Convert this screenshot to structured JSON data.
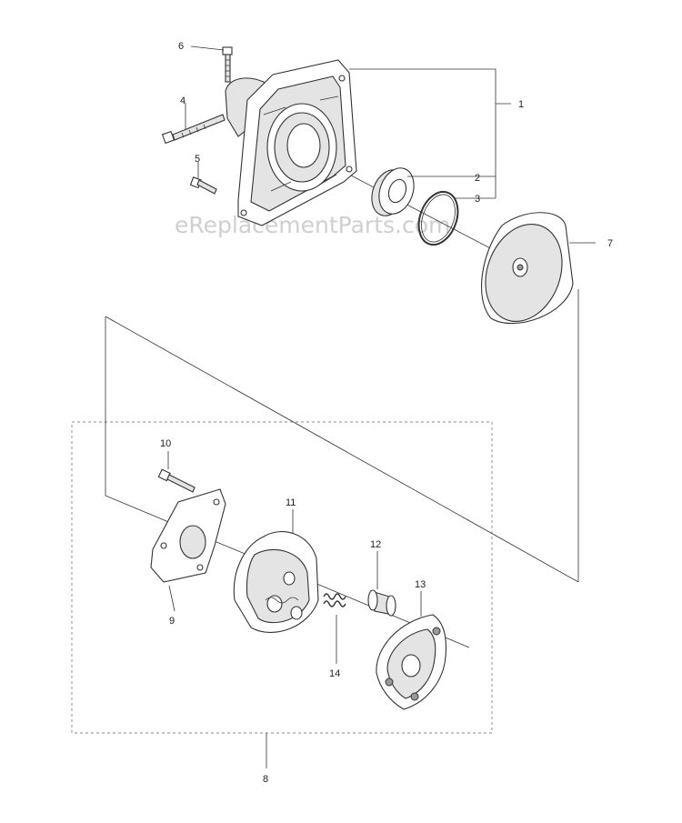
{
  "watermark": "eReplacementParts.com",
  "callouts": {
    "p1": "1",
    "p2": "2",
    "p3": "3",
    "p4": "4",
    "p5": "5",
    "p6": "6",
    "p7": "7",
    "p8": "8",
    "p9": "9",
    "p10": "10",
    "p11": "11",
    "p12": "12",
    "p13": "13",
    "p14": "14"
  },
  "colors": {
    "ink": "#333333",
    "shade": "#e4e4e4",
    "kit_border": "#888888"
  }
}
